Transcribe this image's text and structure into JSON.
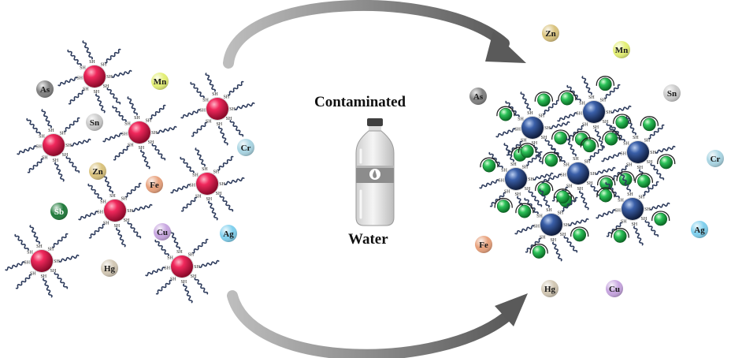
{
  "figure": {
    "title": "Contaminated",
    "subtitle": "Water"
  },
  "colors": {
    "nanoparticle_before": "#e0194f",
    "nanoparticle_after": "#2f4f8f",
    "captured_ion": "#22b14c",
    "ligand": "#2d3b5c",
    "arrow": "#6e6e6e"
  },
  "ligand_label": "SH",
  "ions": {
    "As": {
      "label": "As",
      "color": "#7f7f7f"
    },
    "Mn": {
      "label": "Mn",
      "color": "#e3ef73"
    },
    "Sn": {
      "label": "Sn",
      "color": "#c9c9c9"
    },
    "Cr": {
      "label": "Cr",
      "color": "#a9d5e3"
    },
    "Zn": {
      "label": "Zn",
      "color": "#d9c27c"
    },
    "Fe": {
      "label": "Fe",
      "color": "#e8a07a"
    },
    "Sb": {
      "label": "Sb",
      "color": "#1f7a3a"
    },
    "Cu": {
      "label": "Cu",
      "color": "#c7a5e0"
    },
    "Ag": {
      "label": "Ag",
      "color": "#7fd0ee"
    },
    "Hg": {
      "label": "Hg",
      "color": "#d2c7b3"
    }
  },
  "icons": {
    "bottle": "water-bottle-icon",
    "arrow_top": "curved-arrow-icon",
    "arrow_bottom": "curved-arrow-icon"
  }
}
